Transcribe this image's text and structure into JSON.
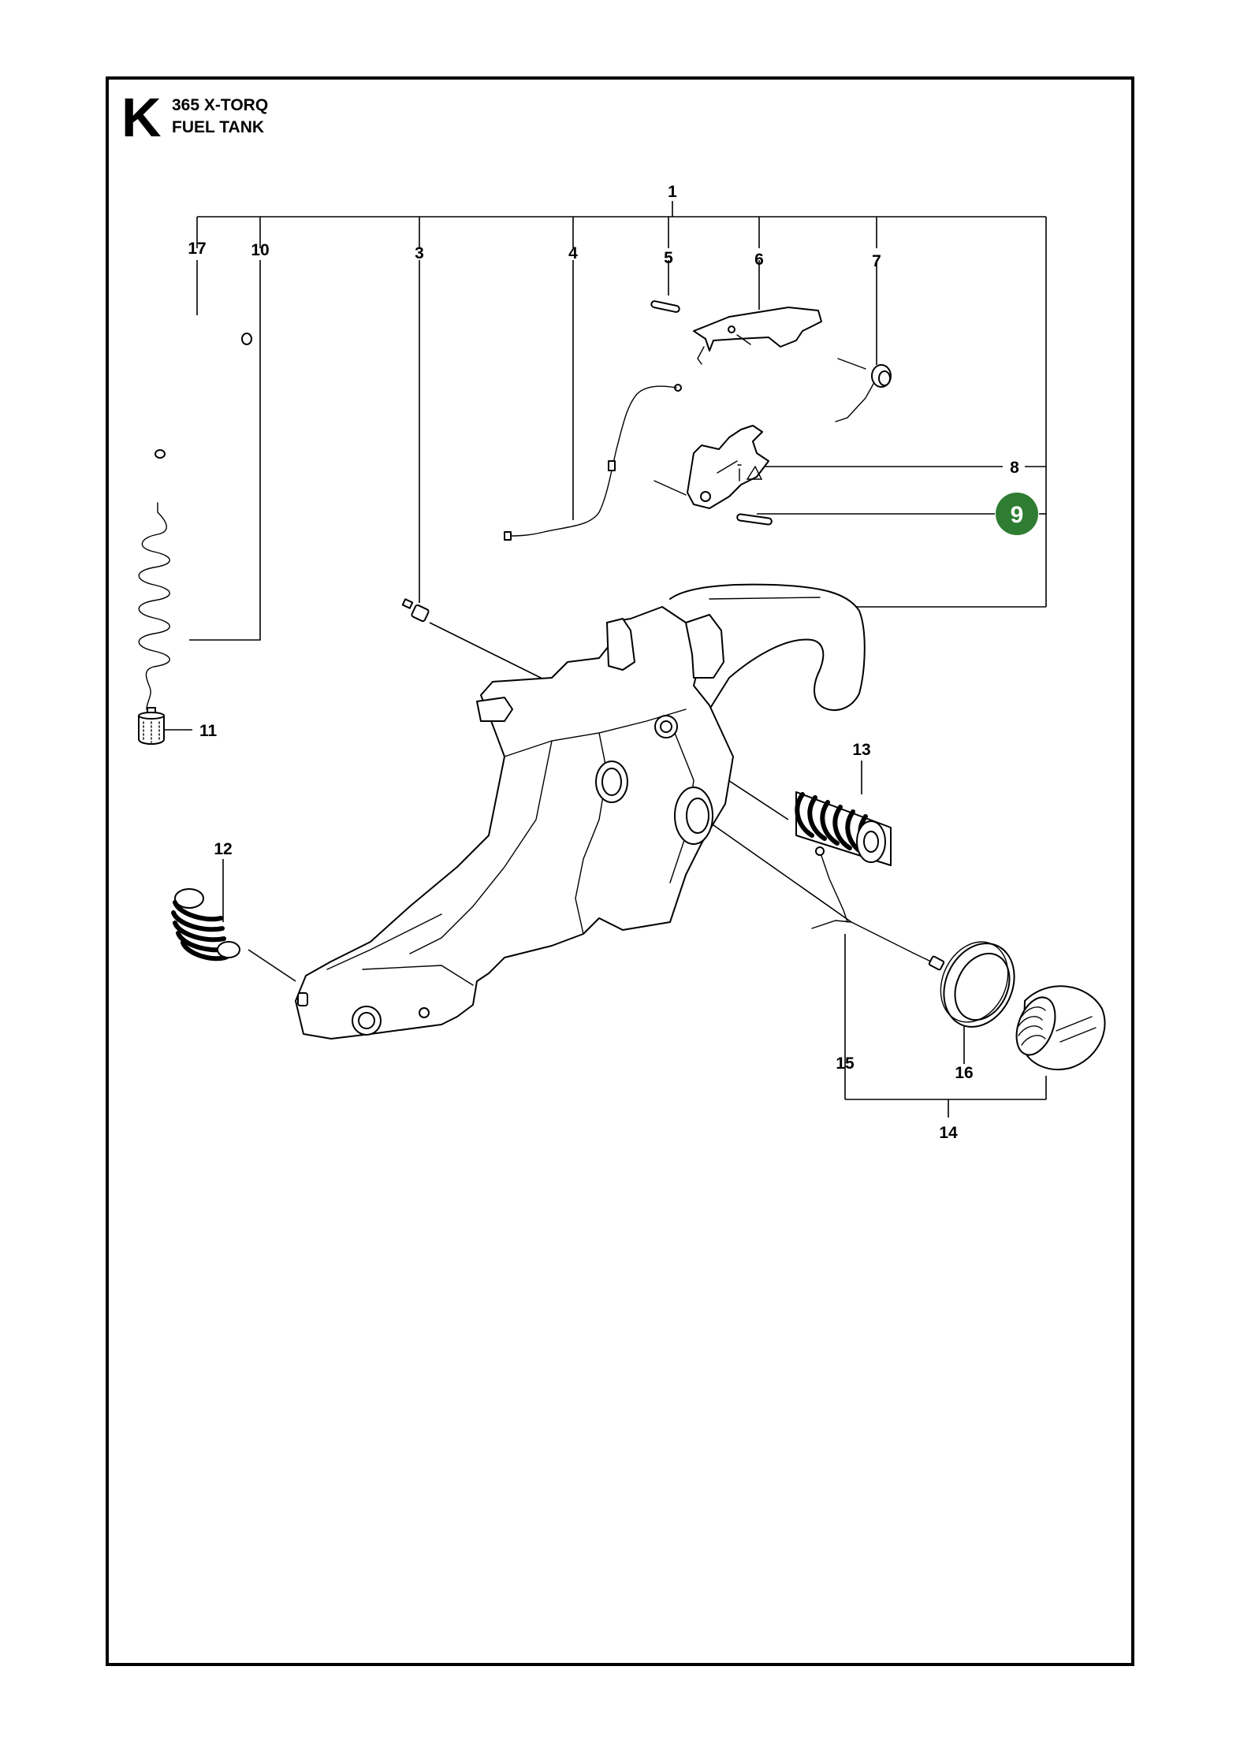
{
  "header": {
    "section_letter": "K",
    "model": "365 X-TORQ",
    "title": "FUEL TANK"
  },
  "callouts": [
    "1",
    "3",
    "4",
    "5",
    "6",
    "7",
    "8",
    "9",
    "10",
    "11",
    "12",
    "13",
    "14",
    "15",
    "16",
    "17"
  ],
  "highlighted_callout": "9",
  "colors": {
    "line": "#000000",
    "background": "#ffffff",
    "highlight": "#2e7d32"
  }
}
